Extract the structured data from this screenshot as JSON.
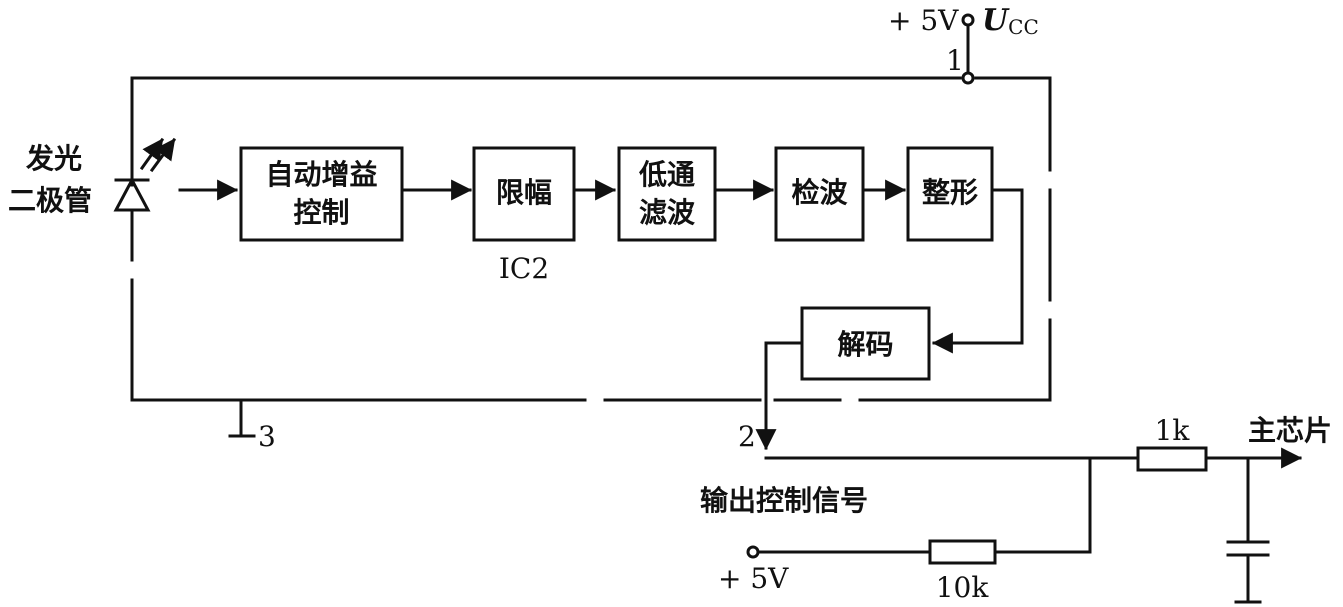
{
  "led": {
    "line1": "发光",
    "line2": "二极管"
  },
  "blocks": {
    "agc": {
      "line1": "自动增益",
      "line2": "控制"
    },
    "limiter": {
      "label": "限幅"
    },
    "lowpass": {
      "line1": "低通",
      "line2": "滤波"
    },
    "detector": {
      "label": "检波"
    },
    "shaper": {
      "label": "整形"
    },
    "decoder": {
      "label": "解码"
    }
  },
  "ic_label": "IC2",
  "supply": {
    "voltage": "+ 5V",
    "symbol": "U",
    "symbol_sub": "CC"
  },
  "pins": {
    "p1": "1",
    "p2": "2",
    "p3": "3"
  },
  "output": {
    "label": "输出控制信号",
    "resistor_series": "1k",
    "resistor_pullup": "10k",
    "pullup_voltage": "+ 5V",
    "destination": "主芯片"
  }
}
